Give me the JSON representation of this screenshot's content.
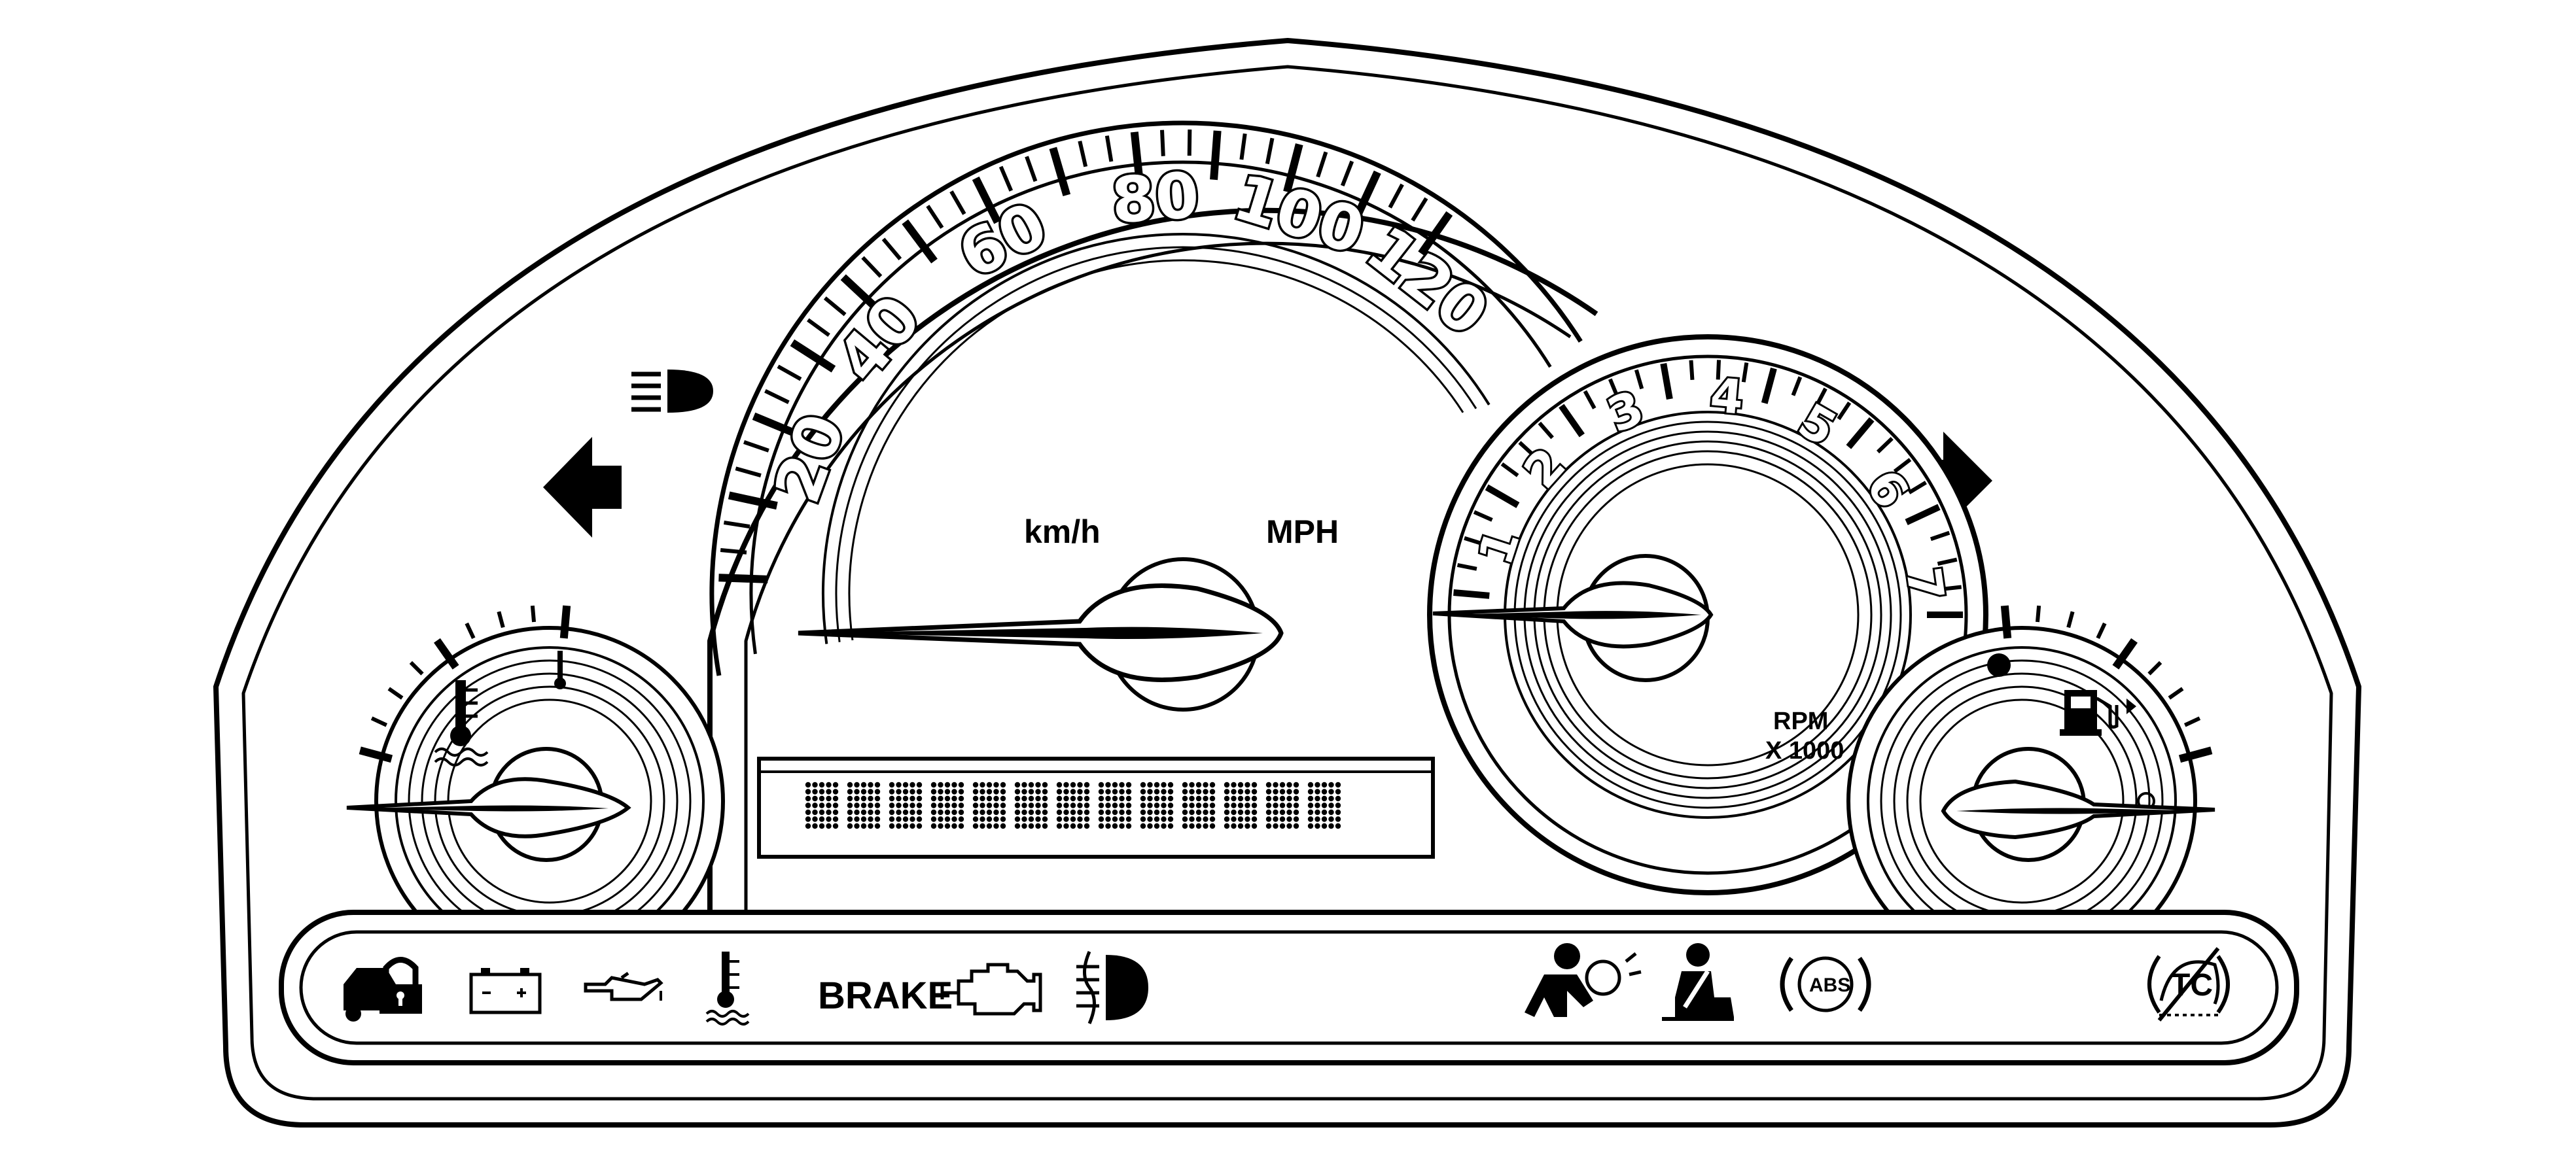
{
  "speedometer": {
    "labels": [
      "20",
      "40",
      "60",
      "80",
      "100",
      "120"
    ],
    "unit_metric": "km/h",
    "unit_imperial": "MPH"
  },
  "tachometer": {
    "labels": [
      "1",
      "2",
      "3",
      "4",
      "5",
      "6",
      "7"
    ],
    "unit_line1": "RPM",
    "unit_line2": "X 1000"
  },
  "temperature_gauge": {
    "icon": "coolant-temperature-icon"
  },
  "fuel_gauge": {
    "icon": "fuel-pump-icon"
  },
  "indicators": {
    "high_beam": "high-beam-icon",
    "turn_left": "left-turn-arrow-icon",
    "turn_right": "right-turn-arrow-icon"
  },
  "telltales": {
    "security": "security-lock-icon",
    "battery": "battery-charging-icon",
    "oil": "oil-pressure-icon",
    "coolant": "coolant-temperature-icon",
    "brake_label": "BRAKE",
    "engine": "check-engine-icon",
    "fog": "fog-lamp-icon",
    "airbag": "airbag-icon",
    "seatbelt": "seatbelt-icon",
    "abs_label": "ABS",
    "tc_label": "TC"
  },
  "colors": {
    "line": "#000000",
    "background": "#ffffff"
  }
}
